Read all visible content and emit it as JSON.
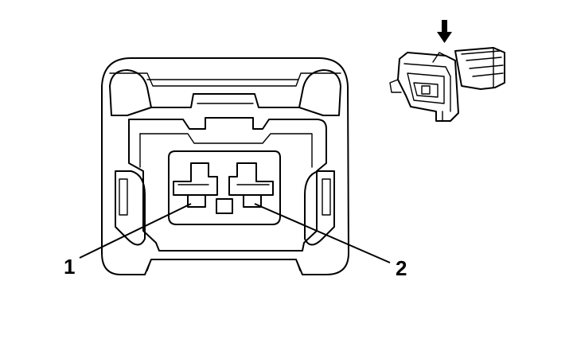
{
  "callouts": [
    {
      "label": "1"
    },
    {
      "label": "2"
    }
  ],
  "icons": {
    "view_direction_arrow": "arrow-down-icon",
    "thumbnail": "connector-perspective-thumbnail"
  }
}
